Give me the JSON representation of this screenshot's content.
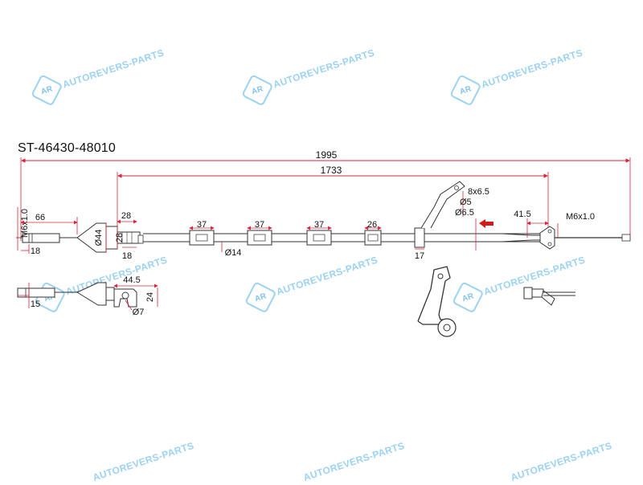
{
  "part_number": "ST-46430-48010",
  "watermark": {
    "text": "AUTOREVERS-PARTS",
    "logo": "AR"
  },
  "dimensions": {
    "overall_length": "1995",
    "cable_length": "1733",
    "end_thread_left": "M6x1.0",
    "end_thread_right": "M6x1.0",
    "left_end_length": "66",
    "left_end_offset": "18",
    "bellows_diameter": "Ø44",
    "bellows_length": "28",
    "bellows_height": "28",
    "clip_width": "18",
    "sleeve_1": "37",
    "sleeve_2": "37",
    "sleeve_3": "37",
    "sleeve_4": "26",
    "cable_diameter": "Ø14",
    "bracket_width": "17",
    "bracket_hole": "8x6.5",
    "bracket_d1": "Ø5",
    "bracket_d2": "Ø6.5",
    "right_end_length": "41.5",
    "lower_offset": "15",
    "lower_length": "44.5",
    "lower_height": "24",
    "lower_hole": "Ø7"
  },
  "colors": {
    "line": "#333333",
    "dim": "#d9263a",
    "arrow": "#d11a1a",
    "watermark": "#7cc3ee"
  }
}
